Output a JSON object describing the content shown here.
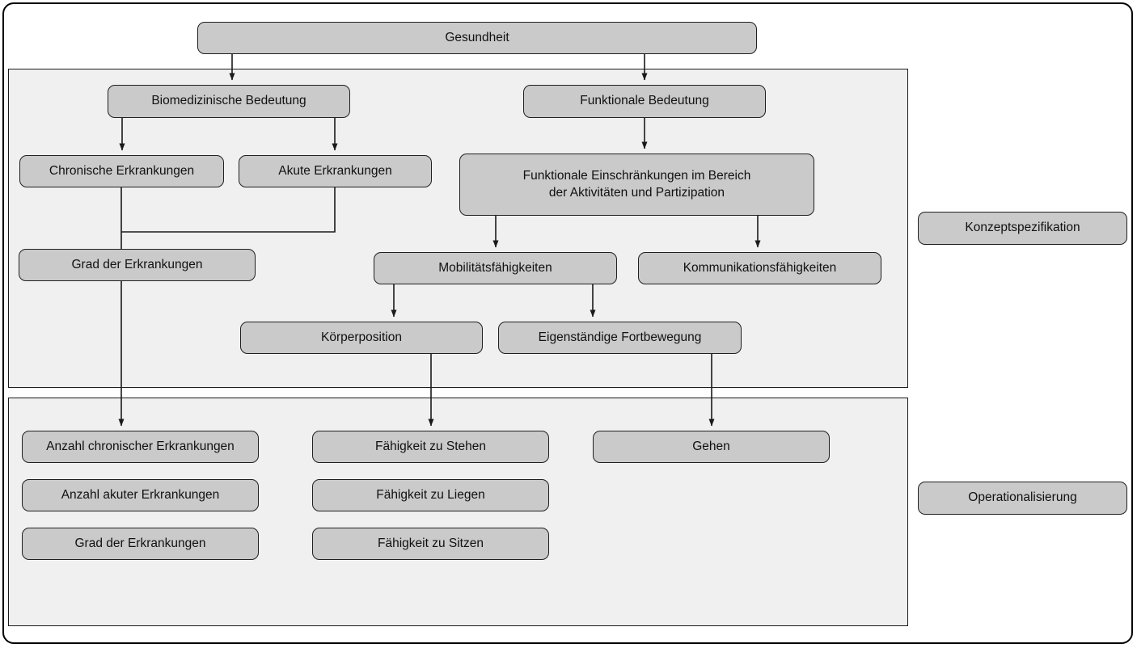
{
  "diagram": {
    "title": "Gesundheit concept specification diagram",
    "nodes": {
      "gesundheit": {
        "label": "Gesundheit"
      },
      "biomedizinische_bedeutung": {
        "label": "Biomedizinische Bedeutung"
      },
      "funktionale_bedeutung": {
        "label": "Funktionale Bedeutung"
      },
      "chronische_erkrankungen": {
        "label": "Chronische Erkrankungen"
      },
      "akute_erkrankungen": {
        "label": "Akute Erkrankungen"
      },
      "funktionale_einschraenkungen": {
        "label": "Funktionale Einschränkungen im Bereich\nder Aktivitäten und Partizipation"
      },
      "grad_der_erkrankungen": {
        "label": "Grad der Erkrankungen"
      },
      "mobilitaetsfaehigkeiten": {
        "label": "Mobilitätsfähigkeiten"
      },
      "kommunikationsfaehigkeiten": {
        "label": "Kommunikationsfähigkeiten"
      },
      "koerperposition": {
        "label": "Körperposition"
      },
      "eigenstaendige_fortbewegung": {
        "label": "Eigenständige Fortbewegung"
      },
      "anzahl_chronischer_erkrankungen": {
        "label": "Anzahl chronischer Erkrankungen"
      },
      "anzahl_akuter_erkrankungen": {
        "label": "Anzahl akuter Erkrankungen"
      },
      "grad_der_erkrankungen_2": {
        "label": "Grad der Erkrankungen"
      },
      "faehigkeit_zu_stehen": {
        "label": "Fähigkeit zu Stehen"
      },
      "faehigkeit_zu_liegen": {
        "label": "Fähigkeit zu Liegen"
      },
      "faehigkeit_zu_sitzen": {
        "label": "Fähigkeit zu Sitzen"
      },
      "gehen": {
        "label": "Gehen"
      }
    },
    "side_labels": {
      "konzeptspezifikation": {
        "label": "Konzeptspezifikation"
      },
      "operationalisierung": {
        "label": "Operationalisierung"
      }
    },
    "edges": [
      {
        "from": "gesundheit",
        "to": "biomedizinische_bedeutung",
        "arrow": true
      },
      {
        "from": "gesundheit",
        "to": "funktionale_bedeutung",
        "arrow": true
      },
      {
        "from": "biomedizinische_bedeutung",
        "to": "chronische_erkrankungen",
        "arrow": true
      },
      {
        "from": "biomedizinische_bedeutung",
        "to": "akute_erkrankungen",
        "arrow": true
      },
      {
        "from": "funktionale_bedeutung",
        "to": "funktionale_einschraenkungen",
        "arrow": true
      },
      {
        "from": "chronische_erkrankungen",
        "to": "grad_der_erkrankungen",
        "arrow": false
      },
      {
        "from": "akute_erkrankungen",
        "to": "grad_der_erkrankungen",
        "arrow": false
      },
      {
        "from": "funktionale_einschraenkungen",
        "to": "mobilitaetsfaehigkeiten",
        "arrow": true
      },
      {
        "from": "funktionale_einschraenkungen",
        "to": "kommunikationsfaehigkeiten",
        "arrow": true
      },
      {
        "from": "mobilitaetsfaehigkeiten",
        "to": "koerperposition",
        "arrow": true
      },
      {
        "from": "mobilitaetsfaehigkeiten",
        "to": "eigenstaendige_fortbewegung",
        "arrow": true
      },
      {
        "from": "grad_der_erkrankungen",
        "to": "anzahl_chronischer_erkrankungen",
        "arrow": true
      },
      {
        "from": "koerperposition",
        "to": "faehigkeit_zu_stehen",
        "arrow": true
      },
      {
        "from": "eigenstaendige_fortbewegung",
        "to": "gehen",
        "arrow": true
      }
    ],
    "colors": {
      "node_fill": "#cacaca",
      "node_border": "#1f1f1f",
      "section_fill": "#f0f0f0",
      "section_border": "#1a1a1a",
      "frame_border": "#000000",
      "line_color": "#1a1a1a"
    }
  }
}
